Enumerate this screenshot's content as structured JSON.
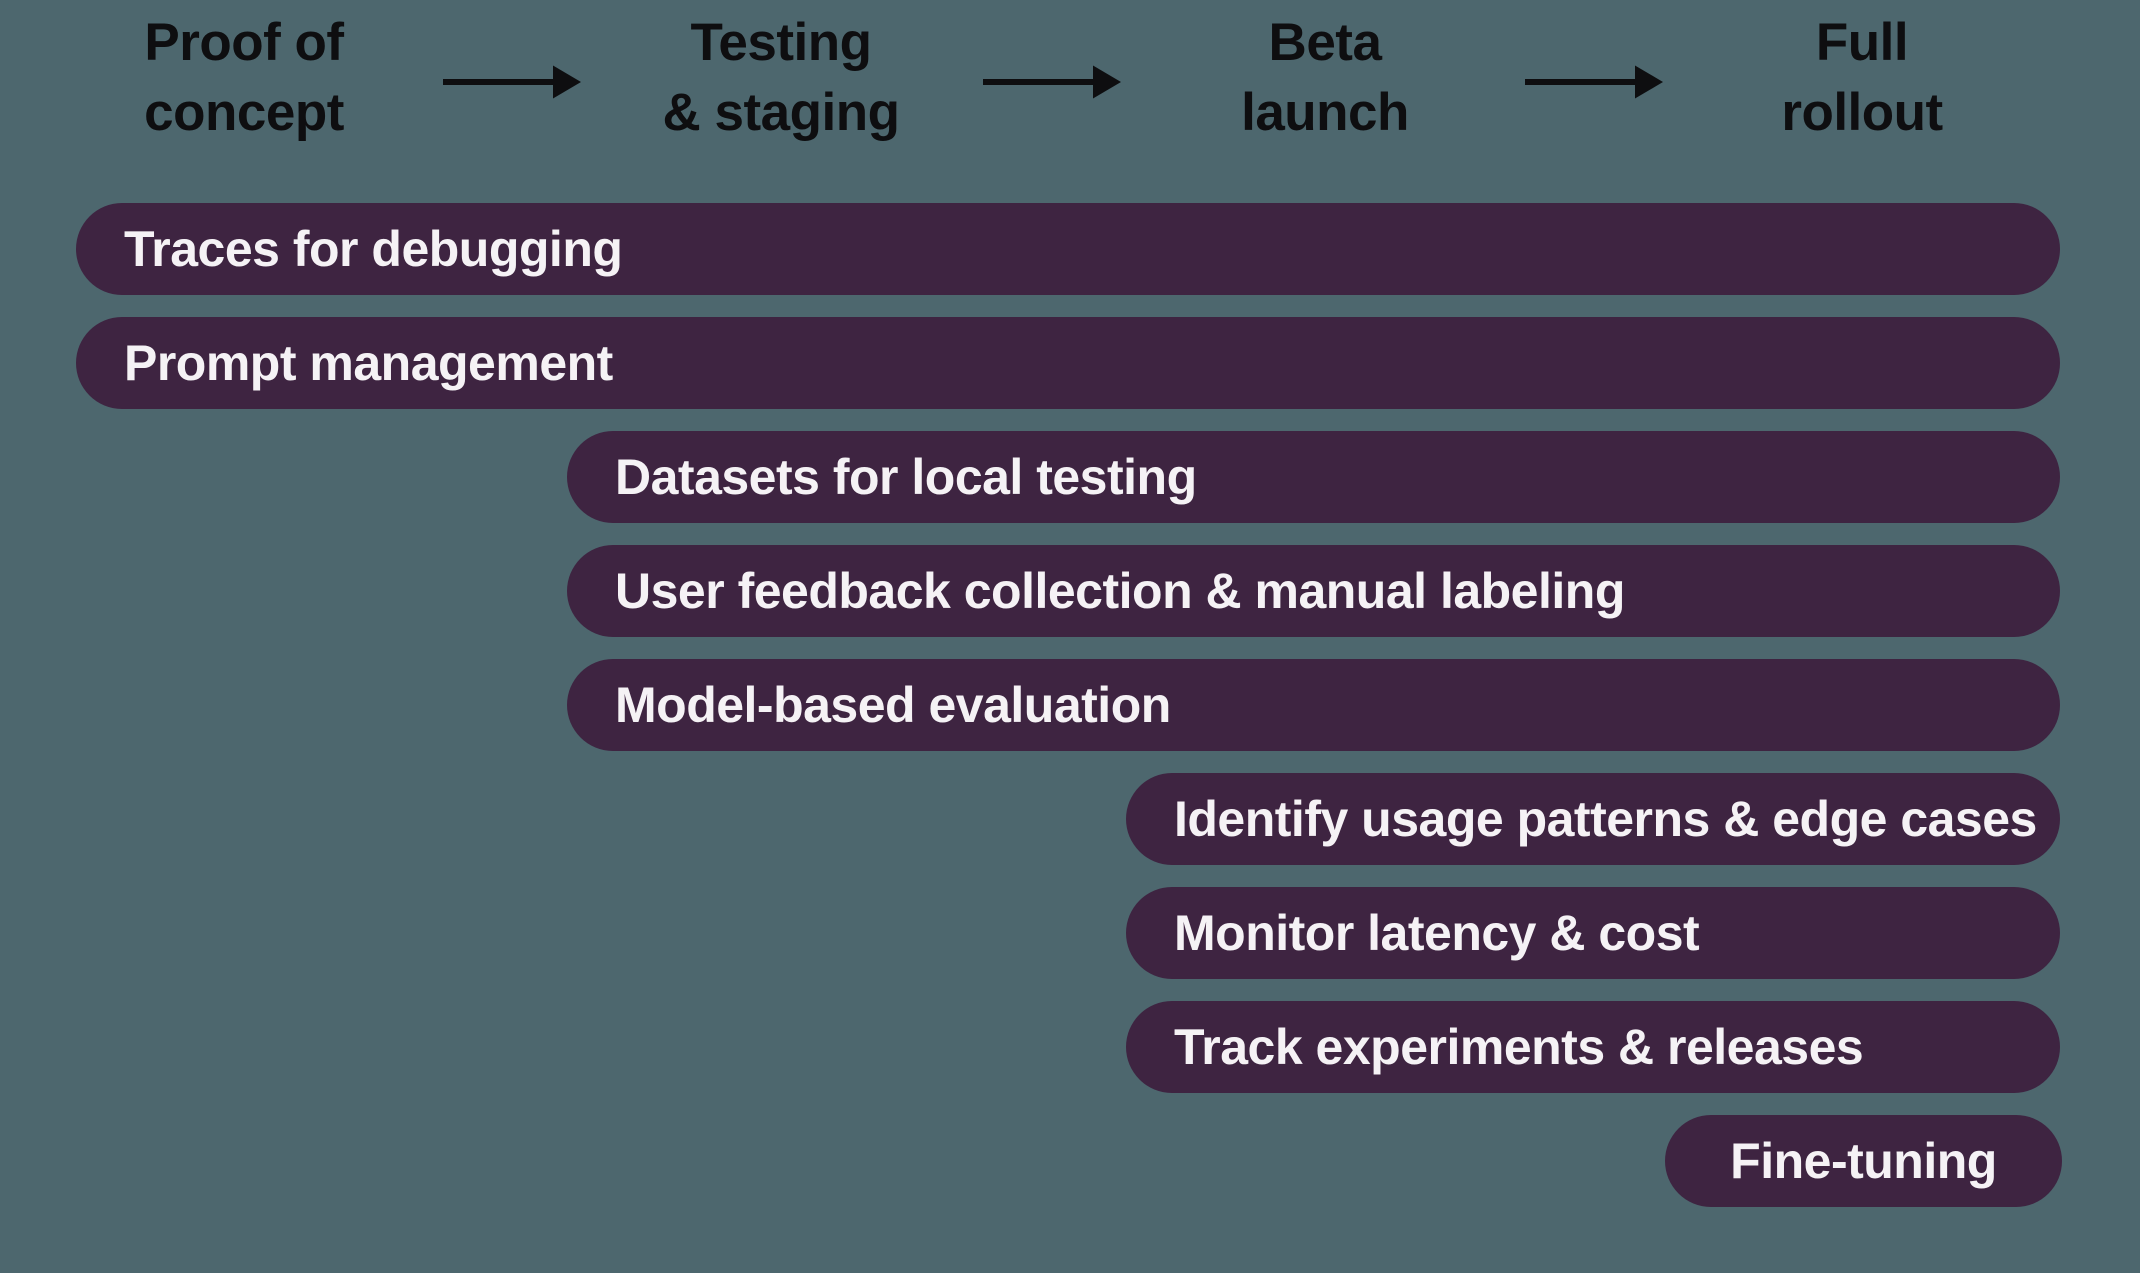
{
  "colors": {
    "background": "#4d676e",
    "bar_fill": "#3e2441",
    "bar_text": "#f5f2f5",
    "stage_text": "#0e0e10",
    "arrow": "#0e0e10"
  },
  "stages": [
    {
      "name": "Proof of concept",
      "lines": [
        "Proof of",
        "concept"
      ]
    },
    {
      "name": "Testing & staging",
      "lines": [
        "Testing",
        "& staging"
      ]
    },
    {
      "name": "Beta launch",
      "lines": [
        "Beta",
        "launch"
      ]
    },
    {
      "name": "Full rollout",
      "lines": [
        "Full",
        "rollout"
      ]
    }
  ],
  "arrows": [
    {
      "icon": "arrow-right-icon",
      "between": [
        "Proof of concept",
        "Testing & staging"
      ]
    },
    {
      "icon": "arrow-right-icon",
      "between": [
        "Testing & staging",
        "Beta launch"
      ]
    },
    {
      "icon": "arrow-right-icon",
      "between": [
        "Beta launch",
        "Full rollout"
      ]
    }
  ],
  "bars": [
    {
      "label": "Traces for debugging",
      "from_stage": "Proof of concept",
      "to_stage": "Full rollout"
    },
    {
      "label": "Prompt management",
      "from_stage": "Proof of concept",
      "to_stage": "Full rollout"
    },
    {
      "label": "Datasets for local testing",
      "from_stage": "Testing & staging",
      "to_stage": "Full rollout"
    },
    {
      "label": "User feedback collection & manual labeling",
      "from_stage": "Testing & staging",
      "to_stage": "Full rollout"
    },
    {
      "label": "Model-based evaluation",
      "from_stage": "Testing & staging",
      "to_stage": "Full rollout"
    },
    {
      "label": "Identify usage patterns & edge cases",
      "from_stage": "Beta launch",
      "to_stage": "Full rollout"
    },
    {
      "label": "Monitor latency & cost",
      "from_stage": "Beta launch",
      "to_stage": "Full rollout"
    },
    {
      "label": "Track experiments & releases",
      "from_stage": "Beta launch",
      "to_stage": "Full rollout"
    },
    {
      "label": "Fine-tuning",
      "from_stage": "Full rollout",
      "to_stage": "Full rollout"
    }
  ]
}
